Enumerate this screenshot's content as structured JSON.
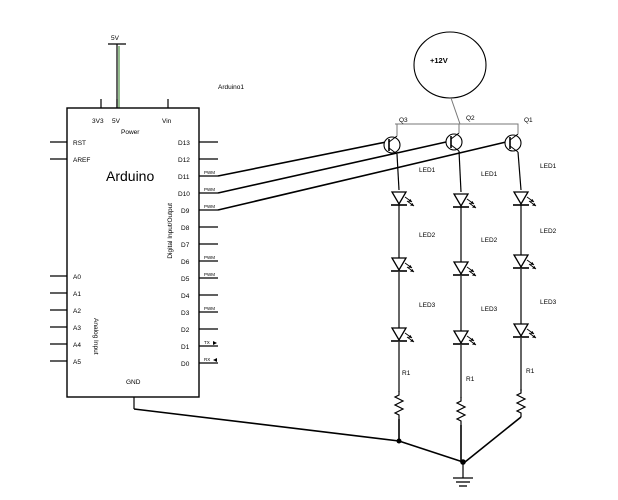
{
  "supply": {
    "label_5v": "5V",
    "label_12v": "+12V"
  },
  "arduino": {
    "board_label": "Arduino1",
    "name": "Arduino",
    "top_pins": [
      "3V3",
      "5V",
      "Vin"
    ],
    "power_label": "Power",
    "left_pins_top": [
      "RST",
      "AREF"
    ],
    "analog_pins": [
      "A0",
      "A1",
      "A2",
      "A3",
      "A4",
      "A5"
    ],
    "analog_label": "Analog Input",
    "digital_pins": [
      "D13",
      "D12",
      "D11",
      "D10",
      "D9",
      "D8",
      "D7",
      "D6",
      "D5",
      "D4",
      "D3",
      "D2",
      "D1",
      "D0"
    ],
    "digital_label": "Digital Input/Output",
    "pwm_label": "PWM",
    "tx_label": "TX",
    "rx_label": "RX",
    "gnd_label": "GND"
  },
  "transistors": [
    "Q3",
    "Q2",
    "Q1"
  ],
  "led_labels": [
    "LED1",
    "LED2",
    "LED3"
  ],
  "resistor_label": "R1"
}
